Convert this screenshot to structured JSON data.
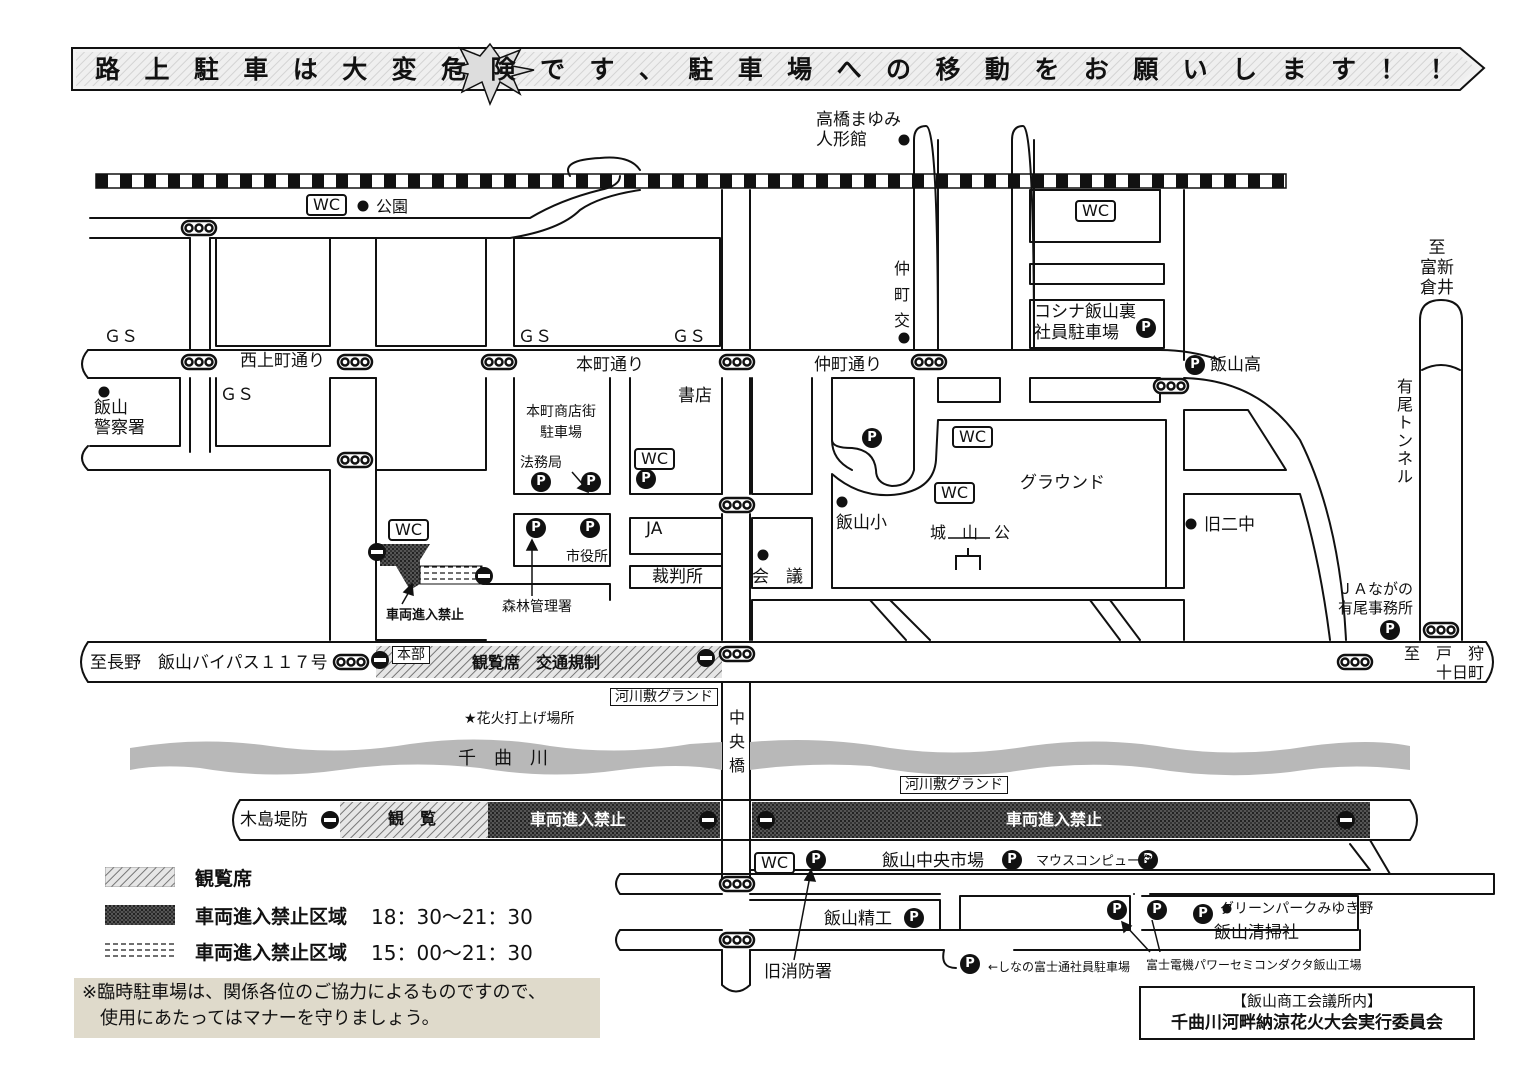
{
  "banner": {
    "text": "路上駐車は大変危険です、駐車場への移動をお願いします！！"
  },
  "labels": {
    "takahashi_doll": "高橋まゆみ\n人形館",
    "park": "公園",
    "gs1": "ＧＳ",
    "gs2": "ＧＳ",
    "gs3": "ＧＳ",
    "gs4": "ＧＳ",
    "nishikamimachi": "西上町通り",
    "honmachi": "本町通り",
    "nakamachi": "仲町通り",
    "police": "飯山\n警察署",
    "nakamachi_koban": "仲町交",
    "koshina": "コシナ飯山裏\n社員駐車場",
    "iiyama_high": "飯山高",
    "to_tomikura": "至\n富新\n倉井",
    "tunnel": "有尾トンネル",
    "shoten": "書店",
    "honmachi_parking": "本町商店街\n駐車場",
    "homukyoku": "法務局",
    "ja": "JA",
    "shiyakusho": "市役所",
    "saibansho": "裁判所",
    "kaigi": "会　議",
    "shinrin": "森林管理署",
    "iiyama_sho": "飯山小",
    "ground": "グラウンド",
    "joyama": "城　山　公",
    "kyu_nichu": "旧二中",
    "ja_nagano": "ＪＡながの\n有尾事務所",
    "to_nagano": "至長野　飯山バイパス１１７号",
    "honbu": "本部",
    "kanranseki_kisei": "観覧席　交通規制",
    "no_entry_top": "車両進入禁止",
    "kasenjiki1": "河川敷グランド",
    "kasenjiki2": "河川敷グランド",
    "hanabi": "★花火打上げ場所",
    "chikuma": "千　曲　川",
    "chuo_bashi": "中央橋",
    "to_togari": "至　戸　狩\n　　十日町",
    "kijima": "木島堤防",
    "kanran": "観　覧",
    "no_entry_mid1": "車両進入禁止",
    "no_entry_mid2": "車両進入禁止",
    "chuo_ichiba": "飯山中央市場",
    "mouse": "マウスコンピュータ",
    "iiyama_seiko": "飯山精工",
    "greenpark": "グリーンパークみゆき野",
    "seisosha": "飯山清掃社",
    "kyu_shobo": "旧消防署",
    "fujitsu": "←しなの富士通社員駐車場",
    "fujidenki": "富士電機パワーセミコンダクタ飯山工場"
  },
  "wc_label": "WC",
  "parking_label": "P",
  "legend": {
    "item1": "観覧席",
    "item2": "車両進入禁止区域",
    "item2_time": "18：30〜21：30",
    "item3": "車両進入禁止区域",
    "item3_time": "15：00〜21：30"
  },
  "note": {
    "line1": "※臨時駐車場は、関係各位のご協力によるものですので、",
    "line2": "　使用にあたってはマナーを守りましょう。"
  },
  "organizer": {
    "line1": "【飯山商工会議所内】",
    "line2": "千曲川河畔納涼花火大会実行委員会"
  },
  "colors": {
    "river": "#b8b8b8",
    "note_bg": "#dfdacb",
    "ink": "#111111"
  }
}
